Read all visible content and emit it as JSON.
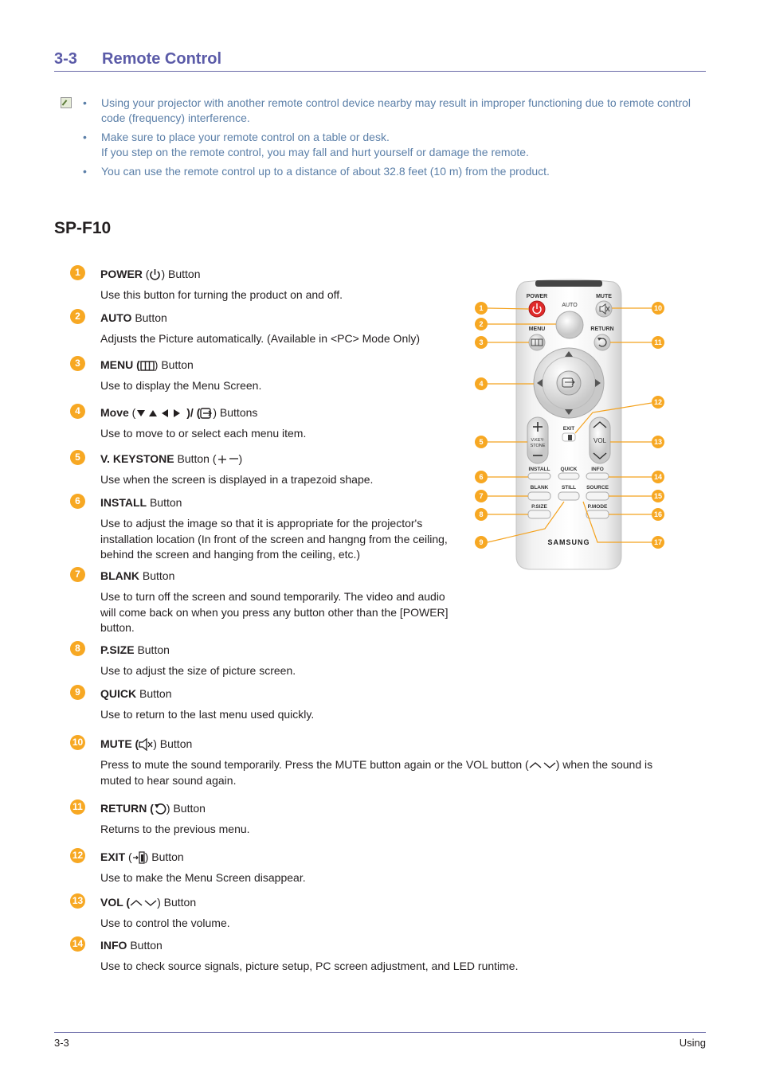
{
  "header": {
    "number": "3-3",
    "title": "Remote Control"
  },
  "notes": [
    "Using your projector with another remote control device nearby may result in  improper functioning due to remote control code (frequency) interference.",
    "Make sure to place your remote control on a table or desk.",
    "If you step on the remote control, you may fall and hurt yourself or damage the remote.",
    "You can use the remote control up to a distance of about 32.8 feet (10 m) from the product."
  ],
  "section_title": "SP-F10",
  "items": [
    {
      "n": "1",
      "name": "POWER",
      "suffix": "Button",
      "desc": "Use this button for turning the product on and off."
    },
    {
      "n": "2",
      "name": "AUTO",
      "suffix": "Button",
      "desc": "Adjusts the Picture automatically. (Available in <PC> Mode Only)"
    },
    {
      "n": "3",
      "name": "MENU",
      "suffix": ") Button",
      "desc": "Use to display the Menu Screen."
    },
    {
      "n": "4",
      "name": "Move",
      "suffix": ") Buttons",
      "desc": "Use to move to or select each menu item."
    },
    {
      "n": "5",
      "name": "V. KEYSTONE",
      "suffix": "Button",
      "desc": "Use when the screen is displayed in a trapezoid shape."
    },
    {
      "n": "6",
      "name": "INSTALL",
      "suffix": "Button",
      "desc": "Use to adjust the image so that it is appropriate for the projector's installation location (In front of the screen and hangng from the ceiling, behind the screen and hanging from the ceiling, etc.)"
    },
    {
      "n": "7",
      "name": "BLANK",
      "suffix": "Button",
      "desc": "Use to turn off the screen and sound temporarily. The video and audio will come back on when you press any button other than the [POWER] button."
    },
    {
      "n": "8",
      "name": "P.SIZE",
      "suffix": "Button",
      "desc": "Use to adjust the size of picture screen."
    },
    {
      "n": "9",
      "name": "QUICK",
      "suffix": " Button",
      "desc": "Use to return to the last menu used quickly."
    },
    {
      "n": "10",
      "name": "MUTE",
      "suffix": ") Button",
      "desc": "Press to mute the sound temporarily. Press the MUTE button again or the VOL button (",
      "desc2": ") when the sound is muted to hear sound again."
    },
    {
      "n": "11",
      "name": "RETURN",
      "suffix": ") Button",
      "desc": "Returns to the previous menu."
    },
    {
      "n": "12",
      "name": "EXIT",
      "suffix": ") Button",
      "desc": "Use to make the Menu Screen disappear."
    },
    {
      "n": "13",
      "name": "VOL",
      "suffix": ") Button",
      "desc": "Use to control the volume."
    },
    {
      "n": "14",
      "name": "INFO",
      "suffix": "Button",
      "desc": "Use to check source signals, picture setup, PC screen adjustment, and LED runtime."
    }
  ],
  "remote": {
    "labels": {
      "power": "POWER",
      "auto": "AUTO",
      "mute": "MUTE",
      "menu": "MENU",
      "return": "RETURN",
      "exit": "EXIT",
      "vkey1": "V.KEY-",
      "vkey2": "STONE",
      "vol": "VOL",
      "install": "INSTALL",
      "quick": "QUICK",
      "info": "INFO",
      "blank": "BLANK",
      "still": "STILL",
      "source": "SOURCE",
      "psize": "P.SIZE",
      "pmode": "P.MODE",
      "brand": "SAMSUNG"
    },
    "callouts": [
      "1",
      "2",
      "3",
      "4",
      "5",
      "6",
      "7",
      "8",
      "9",
      "10",
      "11",
      "12",
      "13",
      "14",
      "15",
      "16",
      "17"
    ]
  },
  "footer": {
    "left": "3-3",
    "right": "Using"
  },
  "colors": {
    "accent": "#5b5ba8",
    "note_text": "#5b7fa8",
    "badge": "#f7a823",
    "callout_line": "#f4a21e",
    "power_red": "#e02a2a"
  }
}
